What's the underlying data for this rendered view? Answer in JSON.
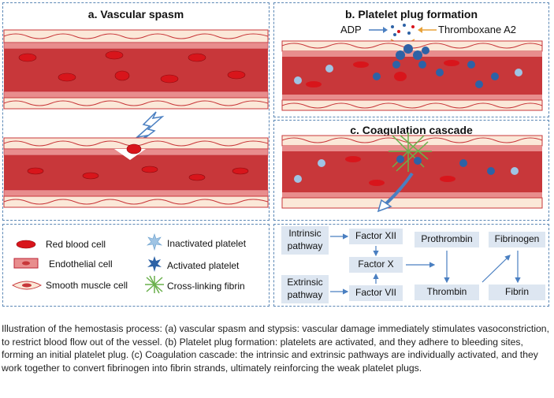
{
  "panels": {
    "a_title": "a. Vascular spasm",
    "b_title": "b. Platelet plug formation",
    "c_title": "c. Coagulation cascade"
  },
  "labels": {
    "adp": "ADP",
    "thromboxane": "Thromboxane A2"
  },
  "legend": {
    "rbc": "Red blood cell",
    "endothelial": "Endothelial cell",
    "smooth_muscle": "Smooth muscle cell",
    "inactivated_platelet": "Inactivated platelet",
    "activated_platelet": "Activated platelet",
    "fibrin": "Cross-linking fibrin"
  },
  "cascade": {
    "intrinsic": "Intrinsic pathway",
    "extrinsic": "Extrinsic pathway",
    "factor_xii": "Factor XII",
    "factor_x": "Factor X",
    "factor_vii": "Factor VII",
    "prothrombin": "Prothrombin",
    "fibrinogen": "Fibrinogen",
    "thrombin": "Thrombin",
    "fibrin": "Fibrin"
  },
  "caption": "Illustration of the hemostasis process: (a) vascular spasm and stypsis: vascular damage immediately stimulates vasoconstriction, to restrict blood flow out of the vessel. (b) Platelet plug formation: platelets are activated, and they adhere to bleeding sites, forming an initial platelet plug. (c) Coagulation cascade: the intrinsic and extrinsic pathways are individually activated, and they work together to convert fibrinogen into fibrin strands, ultimately reinforcing the weak platelet plugs.",
  "colors": {
    "border": "#5b87b5",
    "vessel": "#c8373a",
    "rbc": "#d8151b",
    "endothelial": "#e88d8d",
    "smooth_muscle": "#fbe8d8",
    "activated_platelet": "#2d62a6",
    "inactivated_platelet": "#9fc4e4",
    "fibrin": "#6ab04c",
    "box": "#dde6f1",
    "arrow": "#4a7fc1"
  }
}
